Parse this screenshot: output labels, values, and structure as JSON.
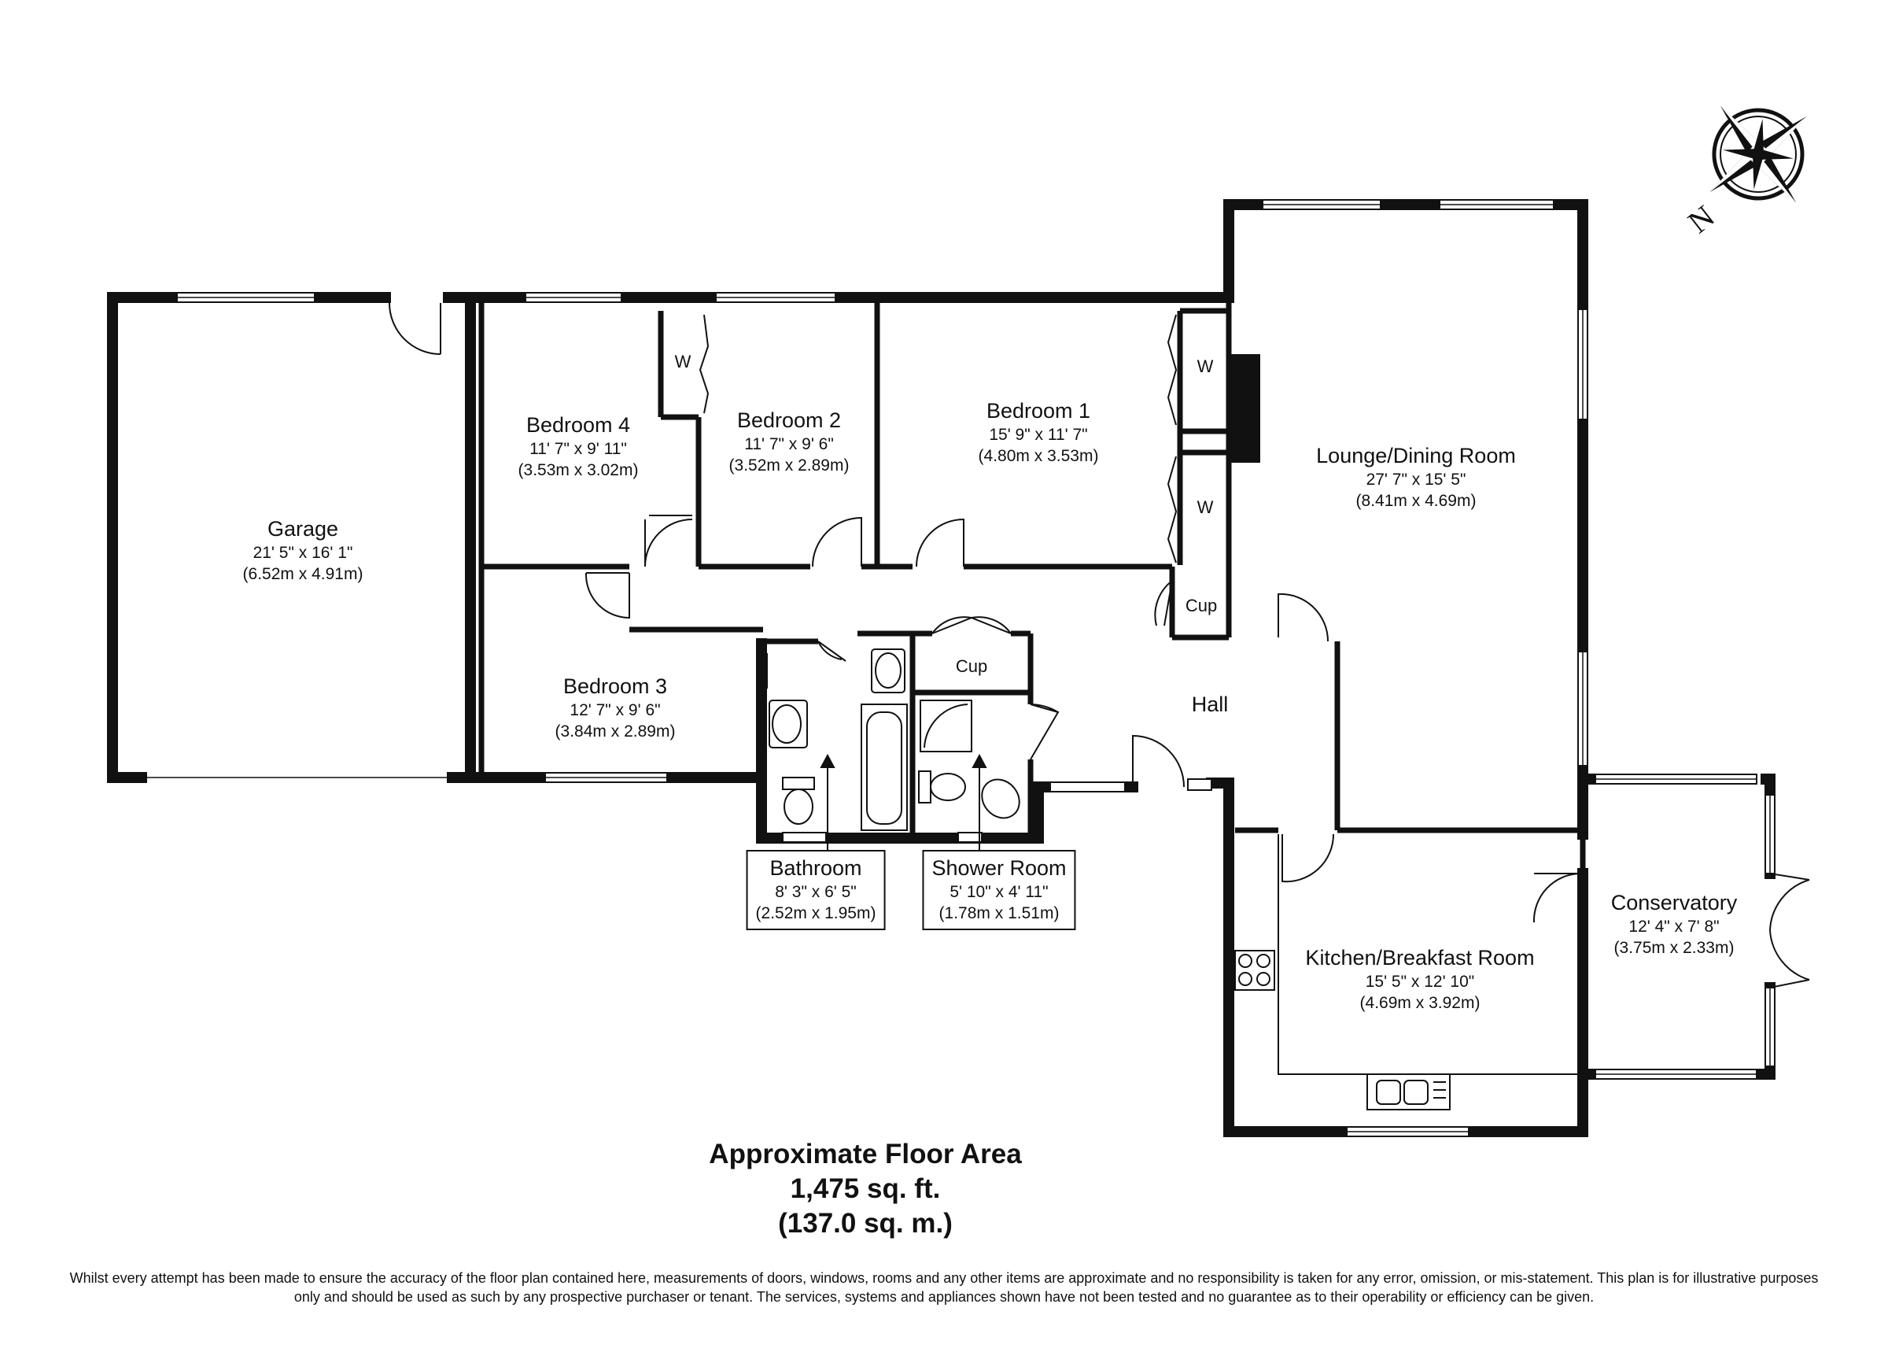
{
  "rooms": {
    "garage": {
      "name": "Garage",
      "imperial": "21' 5\" x 16' 1\"",
      "metric": "(6.52m x 4.91m)"
    },
    "bedroom4": {
      "name": "Bedroom 4",
      "imperial": "11' 7\" x 9' 11\"",
      "metric": "(3.53m x 3.02m)"
    },
    "bedroom2": {
      "name": "Bedroom 2",
      "imperial": "11' 7\" x 9' 6\"",
      "metric": "(3.52m x 2.89m)"
    },
    "bedroom1": {
      "name": "Bedroom 1",
      "imperial": "15' 9\" x 11' 7\"",
      "metric": "(4.80m x 3.53m)"
    },
    "lounge": {
      "name": "Lounge/Dining Room",
      "imperial": "27' 7\" x 15' 5\"",
      "metric": "(8.41m x 4.69m)"
    },
    "bedroom3": {
      "name": "Bedroom 3",
      "imperial": "12' 7\" x 9' 6\"",
      "metric": "(3.84m x 2.89m)"
    },
    "hall": {
      "name": "Hall"
    },
    "bathroom": {
      "name": "Bathroom",
      "imperial": "8' 3\" x 6' 5\"",
      "metric": "(2.52m x 1.95m)"
    },
    "shower": {
      "name": "Shower Room",
      "imperial": "5' 10\" x 4' 11\"",
      "metric": "(1.78m x 1.51m)"
    },
    "kitchen": {
      "name": "Kitchen/Breakfast Room",
      "imperial": "15' 5\" x 12' 10\"",
      "metric": "(4.69m x 3.92m)"
    },
    "conservatory": {
      "name": "Conservatory",
      "imperial": "12' 4\" x 7' 8\"",
      "metric": "(3.75m x 2.33m)"
    }
  },
  "fixtures": {
    "wardrobe": "W",
    "cupboard": "Cup"
  },
  "compass": {
    "north": "N"
  },
  "area": {
    "title": "Approximate Floor Area",
    "sqft": "1,475 sq. ft.",
    "sqm": "(137.0 sq. m.)"
  },
  "disclaimer": "Whilst every attempt has been made to ensure the accuracy of the floor plan contained here, measurements of doors, windows, rooms and any other items are approximate and no responsibility is taken for any error, omission, or mis-statement. This plan is for illustrative purposes only and should be used as such by any prospective purchaser or tenant. The services, systems and appliances shown have not been tested and no guarantee as to their operability or efficiency can be given.",
  "colors": {
    "wall": "#111111",
    "background": "#ffffff"
  }
}
